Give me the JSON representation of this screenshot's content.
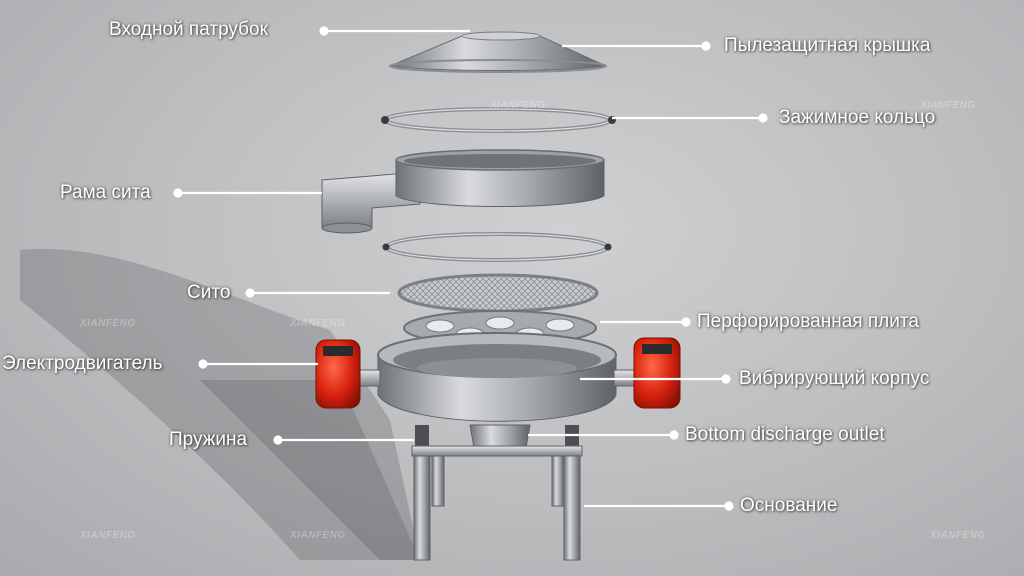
{
  "colors": {
    "leader_line": "#ffffff",
    "motor": "#e8341c",
    "steel": "#9a9da2"
  },
  "labels": {
    "inlet": "Входной патрубок",
    "dust_cover": "Пылезащитная крышка",
    "clamp_ring": "Зажимное кольцо",
    "screen_frame": "Рама сита",
    "mesh": "Сито",
    "perforated_plate": "Перфорированная плита",
    "motor": "Электродвигатель",
    "vibrating_body": "Вибрирующий корпус",
    "spring": "Пружина",
    "bottom_outlet": "Bottom discharge outlet",
    "base": "Основание"
  },
  "watermark": "XIANFENG"
}
